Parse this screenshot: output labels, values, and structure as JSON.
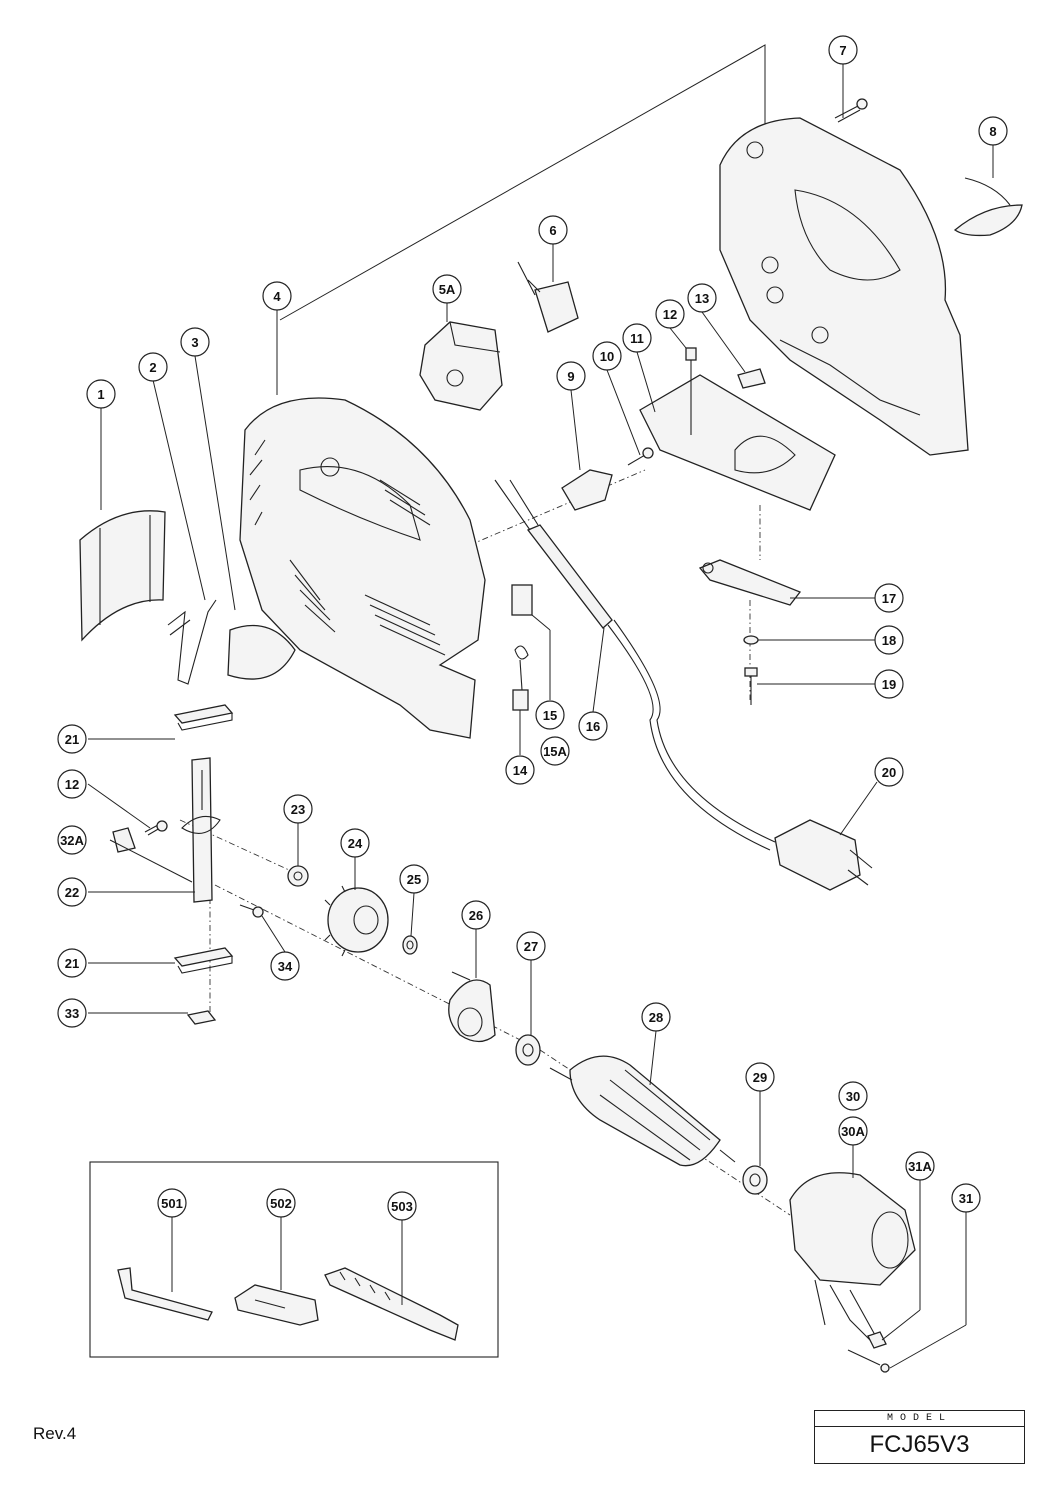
{
  "revision": "Rev.4",
  "model": {
    "label": "MODEL",
    "value": "FCJ65V3"
  },
  "callouts": {
    "c1": "1",
    "c2": "2",
    "c3": "3",
    "c4": "4",
    "c5A": "5A",
    "c6": "6",
    "c7": "7",
    "c8": "8",
    "c9": "9",
    "c10": "10",
    "c11": "11",
    "c12a": "12",
    "c13": "13",
    "c14": "14",
    "c15": "15",
    "c15A": "15A",
    "c16": "16",
    "c17": "17",
    "c18": "18",
    "c19": "19",
    "c20": "20",
    "c21a": "21",
    "c12b": "12",
    "c32A": "32A",
    "c22": "22",
    "c21b": "21",
    "c33": "33",
    "c23": "23",
    "c24": "24",
    "c25": "25",
    "c34": "34",
    "c26": "26",
    "c27": "27",
    "c28": "28",
    "c29": "29",
    "c30": "30",
    "c30A": "30A",
    "c31A": "31A",
    "c31": "31",
    "c501": "501",
    "c502": "502",
    "c503": "503"
  },
  "colors": {
    "line": "#222222",
    "background": "#ffffff"
  }
}
